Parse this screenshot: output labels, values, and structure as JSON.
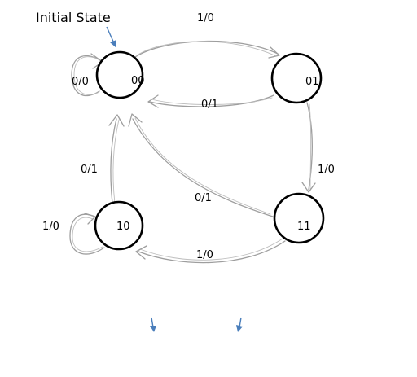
{
  "title": "Initial State",
  "states": [
    {
      "id": "s00",
      "label": "00"
    },
    {
      "id": "s01",
      "label": "01"
    },
    {
      "id": "s10",
      "label": "10"
    },
    {
      "id": "s11",
      "label": "11"
    }
  ],
  "transitions": {
    "self_00": "0/0",
    "t_00_01": "1/0",
    "t_01_00": "0/1",
    "t_01_11": "1/0",
    "t_11_00": "0/1",
    "t_10_00": "0/1",
    "self_10": "1/0",
    "t_11_10": "1/0"
  },
  "colors": {
    "state_stroke": "#000000",
    "edge_stroke": "#9e9e9e",
    "arrow_blue": "#4a7ebb"
  }
}
